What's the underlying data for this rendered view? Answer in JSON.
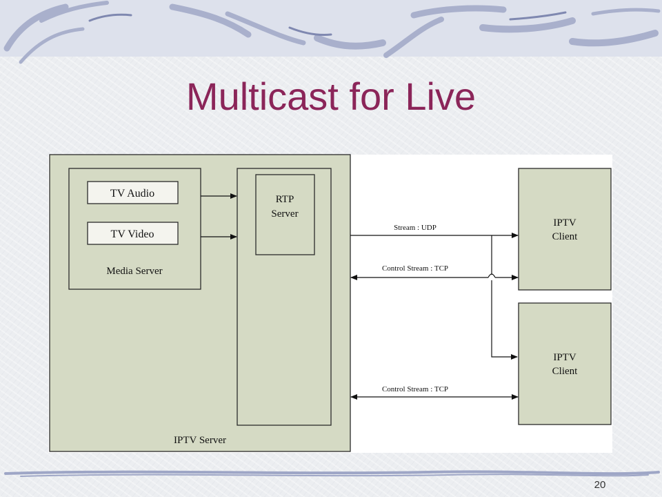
{
  "slide": {
    "title": "Multicast for Live",
    "page_number": "20"
  },
  "diagram": {
    "iptv_server": {
      "label": "IPTV Server"
    },
    "media_server": {
      "label": "Media Server",
      "tv_audio": "TV Audio",
      "tv_video": "TV Video"
    },
    "rtp_server": {
      "line1": "RTP",
      "line2": "Server"
    },
    "clients": [
      {
        "line1": "IPTV",
        "line2": "Client"
      },
      {
        "line1": "IPTV",
        "line2": "Client"
      }
    ],
    "links": {
      "stream_udp": "Stream : UDP",
      "control_tcp_1": "Control Stream : TCP",
      "control_tcp_2": "Control Stream : TCP"
    }
  },
  "colors": {
    "title": "#8b2559",
    "box_fill": "#d5dac4",
    "box_stroke": "#2a2a2a",
    "inner_box_fill": "#f4f4ee",
    "swoosh": "#9ea6c6"
  }
}
